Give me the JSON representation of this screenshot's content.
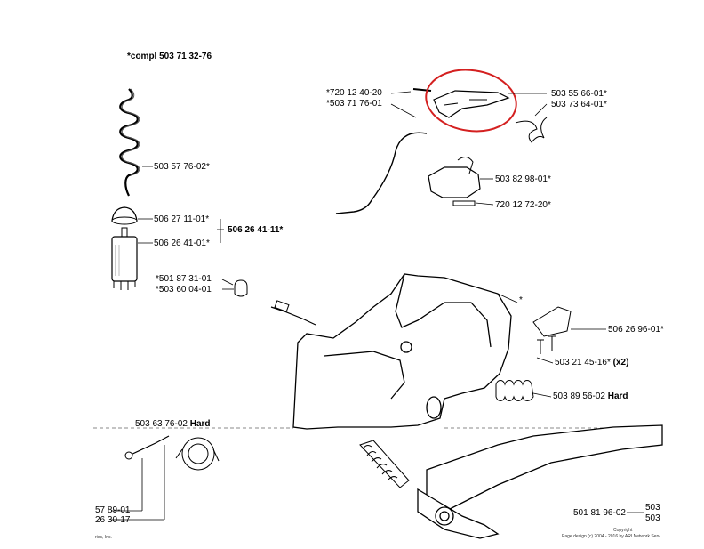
{
  "labels": {
    "compl": "*compl 503 71 32-76",
    "spring": "503 57 76-02*",
    "cap": "506 27 11-01*",
    "filter": "506 26 41-01*",
    "kit_group": "506 26 41-11*",
    "p501873101": "*501 87 31-01",
    "p503600401": "*503 60 04-01",
    "p720124020": "*720 12 40-20",
    "p503717601": "*503 71 76-01",
    "p503556601": "503 55 66-01*",
    "p503736401": "503 73 64-01*",
    "p503829801": "503 82 98-01*",
    "p720127220": "720 12 72-20*",
    "handle_star": "*",
    "p506269601": "506 26 96-01*",
    "p503214516_num": "503 21 45-16*",
    "p503214516_qty": "(x2)",
    "p503895602_num": "503 89 56-02",
    "p503895602_suffix": "Hard",
    "p503637602": "503 63 76-02",
    "p503637602_suffix": "Hard",
    "p578901": "57 89-01",
    "p263017": "26 30-17",
    "p501819602": "501 81 96-02",
    "cut_503a": "503",
    "cut_503b": "503",
    "footer_left": "ries, Inc.",
    "copyright": "Copyright",
    "page_design": "Page design (c) 2004 - 2016 by ARI Network Serv"
  },
  "colors": {
    "line": "#000000",
    "highlight": "#d42020",
    "paper": "#ffffff"
  }
}
